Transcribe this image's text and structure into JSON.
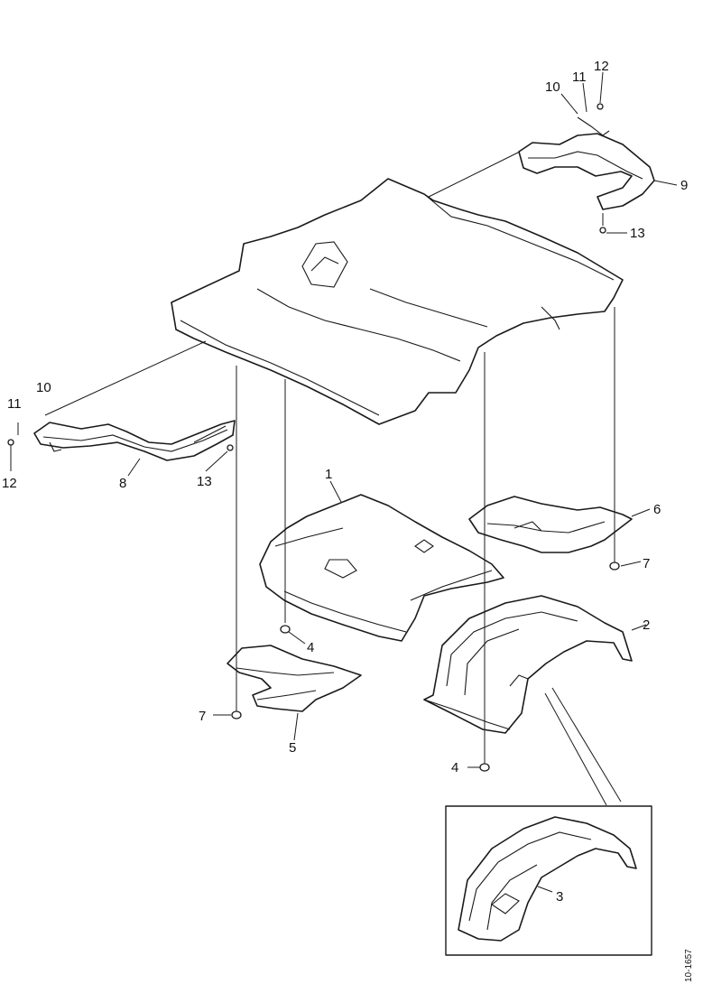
{
  "callouts": {
    "p1": "1",
    "p2": "2",
    "p3": "3",
    "p4a": "4",
    "p4b": "4",
    "p5": "5",
    "p6": "6",
    "p7a": "7",
    "p7b": "7",
    "p8": "8",
    "p9": "9",
    "p10a": "10",
    "p10b": "10",
    "p11a": "11",
    "p11b": "11",
    "p12a": "12",
    "p12b": "12",
    "p13a": "13",
    "p13b": "13"
  },
  "reference_code": "10-1657"
}
